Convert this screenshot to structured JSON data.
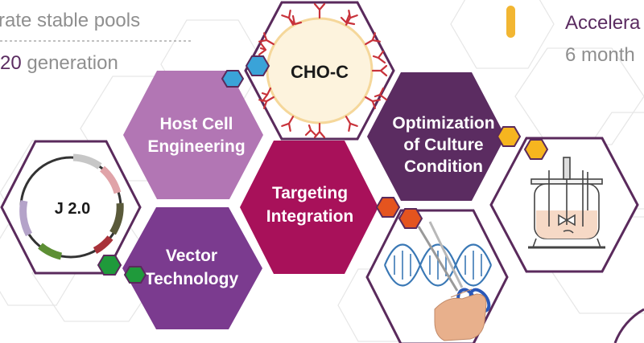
{
  "top_left": {
    "line1": "rate stable pools",
    "line2_prefix": "20",
    "line2_suffix": " generation"
  },
  "top_right": {
    "line1": "Accelera",
    "line2": "6 month"
  },
  "hexagons": {
    "host_cell": {
      "line1": "Host Cell",
      "line2": "Engineering"
    },
    "vector": {
      "line1": "Vector",
      "line2": "Technology"
    },
    "targeting": {
      "line1": "Targeting",
      "line2": "Integration"
    },
    "optimization": {
      "line1": "Optimization",
      "line2": "of Culture",
      "line3": "Condition"
    },
    "cho": {
      "label": "CHO-C"
    },
    "plasmid": {
      "label": "J 2.0"
    }
  },
  "colors": {
    "host_cell": "#b276b4",
    "vector": "#7b3b8f",
    "targeting": "#a8115a",
    "optimization": "#5b2c61",
    "frame": "#5a2a5c",
    "hex_blue": "#3aa3d8",
    "hex_green": "#1f9a3b",
    "hex_red": "#e4541f",
    "hex_yellow": "#f6b51f",
    "accent_bar": "#f2b632",
    "gray_text": "#8f8f8f",
    "purple_text": "#5b2c61"
  },
  "icons": {
    "antibody": "antibody-icon",
    "plasmid": "plasmid-icon",
    "bioreactor": "bioreactor-icon",
    "scissors": "scissors-icon",
    "dna": "dna-helix-icon"
  }
}
